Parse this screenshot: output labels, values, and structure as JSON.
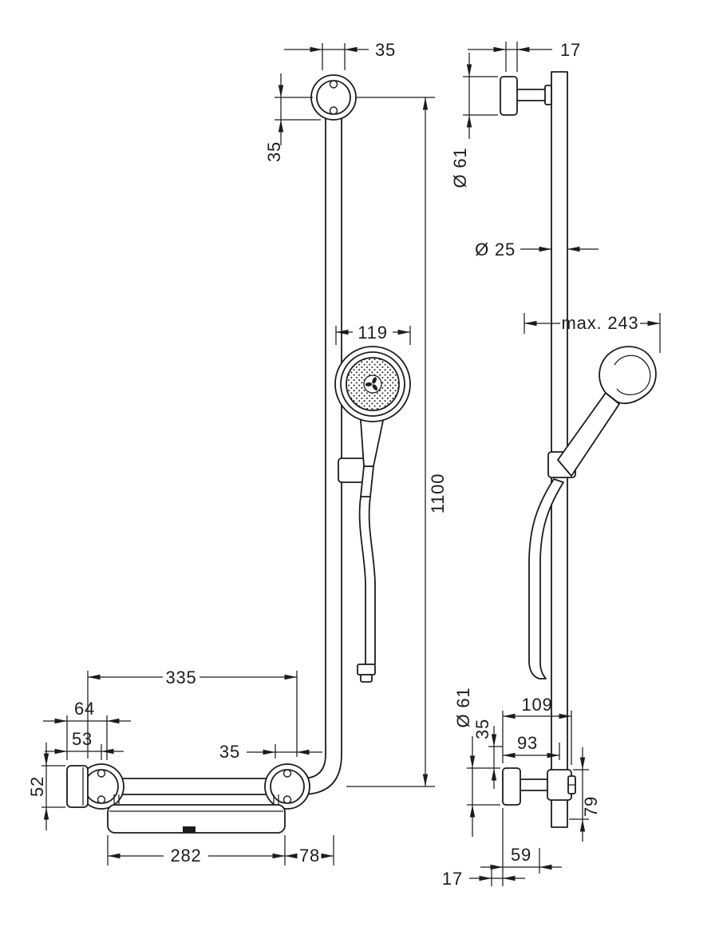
{
  "colors": {
    "ink": "#1c1c1c",
    "background": "#ffffff"
  },
  "labels": {
    "front": {
      "dim_top_width": "35",
      "dim_mount_height": "35",
      "dim_head_diameter": "119",
      "dim_rail_length": "1100",
      "dim_bar_length": "335",
      "dim_offset_64": "64",
      "dim_offset_53": "53",
      "dim_offset_35": "35",
      "dim_plate_height": "52",
      "dim_shelf_width": "282",
      "dim_overhang": "78"
    },
    "side": {
      "dim_top_width": "17",
      "dim_plate_diameter_top": "Ø 61",
      "dim_rail_diameter": "Ø 25",
      "dim_max_reach": "max. 243",
      "dim_plate_diameter_bottom": "Ø 61",
      "dim_bracket_width": "109",
      "dim_offset_35": "35",
      "dim_axis_width": "93",
      "dim_bracket_height": "79",
      "dim_offset_59": "59",
      "dim_wall_gap": "17"
    }
  }
}
